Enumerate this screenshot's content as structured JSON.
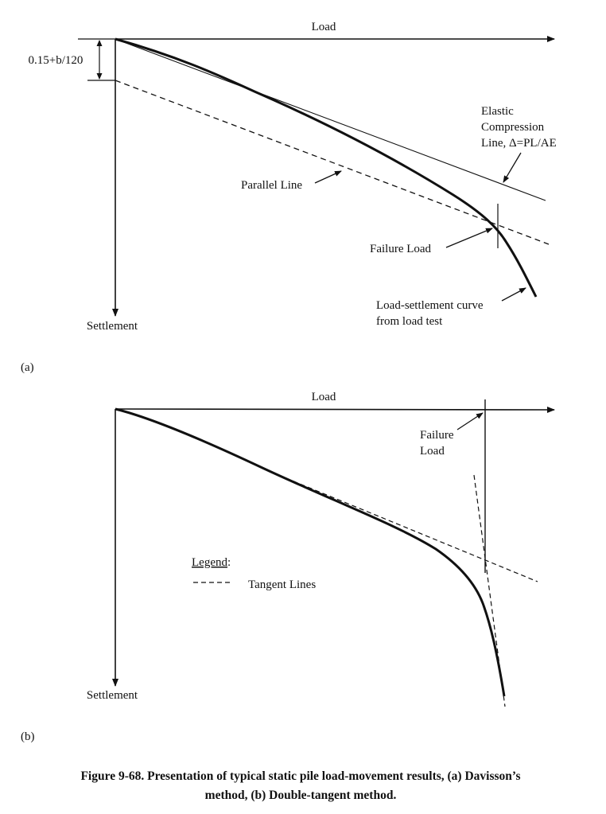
{
  "panel_a": {
    "panel_label": "(a)",
    "x_axis_label": "Load",
    "y_axis_label": "Settlement",
    "offset_label": "0.15+b/120",
    "elastic_label_lines": [
      "Elastic",
      "Compression",
      "Line, Δ=PL/AE"
    ],
    "parallel_line_label": "Parallel Line",
    "failure_load_label": "Failure Load",
    "curve_label_lines": [
      "Load-settlement curve",
      "from load test"
    ]
  },
  "panel_b": {
    "panel_label": "(b)",
    "x_axis_label": "Load",
    "y_axis_label": "Settlement",
    "failure_load_label_lines": [
      "Failure",
      "Load"
    ],
    "legend_title": "Legend",
    "legend_colon": ":",
    "legend_entry": "Tangent Lines"
  },
  "caption_lines": [
    "Figure 9-68.  Presentation of typical static pile load-movement results, (a) Davisson’s",
    "method, (b) Double-tangent method."
  ],
  "colors": {
    "ink": "#111111",
    "background": "#ffffff"
  }
}
